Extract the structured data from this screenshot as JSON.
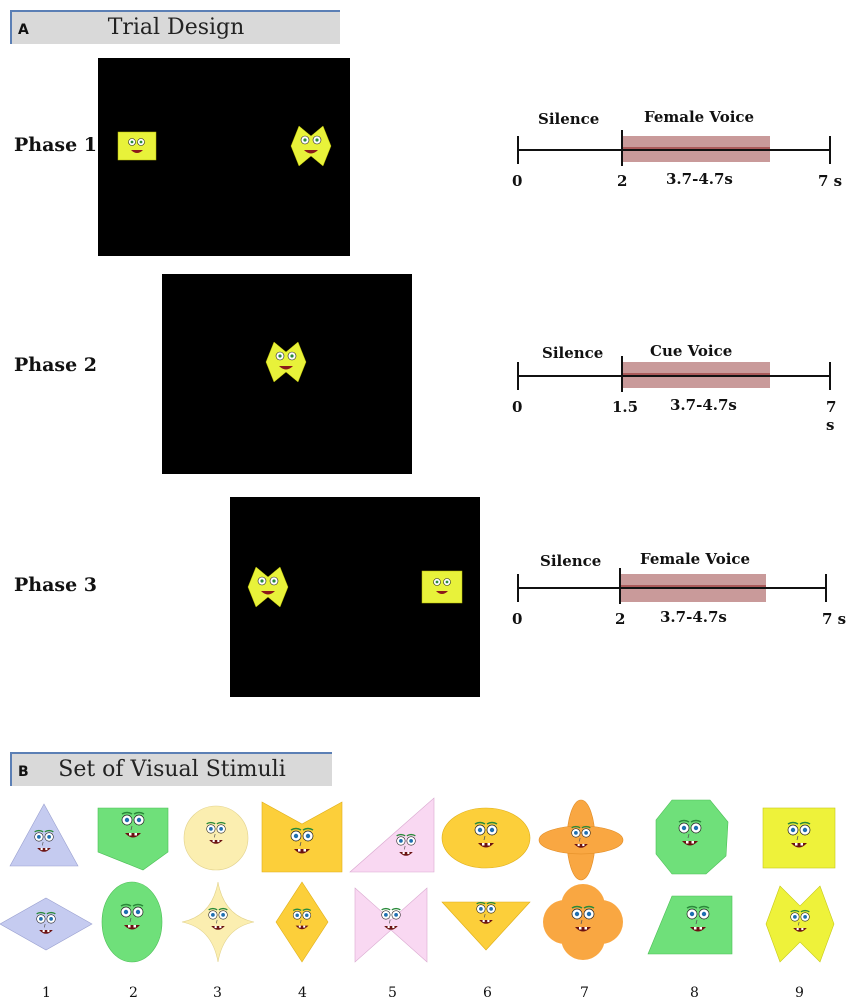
{
  "panel_a": {
    "letter": "A",
    "title": "Trial Design",
    "phases": [
      {
        "label": "Phase 1",
        "event": "Female Voice",
        "silence": "Silence",
        "start": "0",
        "onset": "2",
        "duration": "3.7-4.7s",
        "end": "7 s"
      },
      {
        "label": "Phase 2",
        "event": "Cue Voice",
        "silence": "Silence",
        "start": "0",
        "onset": "1.5",
        "duration": "3.7-4.7s",
        "end": "7 s"
      },
      {
        "label": "Phase 3",
        "event": "Female Voice",
        "silence": "Silence",
        "start": "0",
        "onset": "2",
        "duration": "3.7-4.7s",
        "end": "7 s"
      }
    ]
  },
  "panel_b": {
    "letter": "B",
    "title": "Set of Visual Stimuli",
    "numbers": [
      "1",
      "2",
      "3",
      "4",
      "5",
      "6",
      "7",
      "8",
      "9"
    ]
  },
  "colors": {
    "screen": "#000000",
    "face_yellow": "#e8f23a",
    "voice_bar": "#c99a9a",
    "voice_line": "#8b1a1a",
    "header_bg": "#d9d9d9",
    "header_border": "#5b7fb5",
    "stim_blue": "#c5cbf0",
    "stim_green": "#6fe07a",
    "stim_cream": "#fbeeb0",
    "stim_gold": "#fccf3a",
    "stim_pink": "#f9d8f2",
    "stim_orange": "#f9a742",
    "stim_yellow": "#eef23a"
  }
}
